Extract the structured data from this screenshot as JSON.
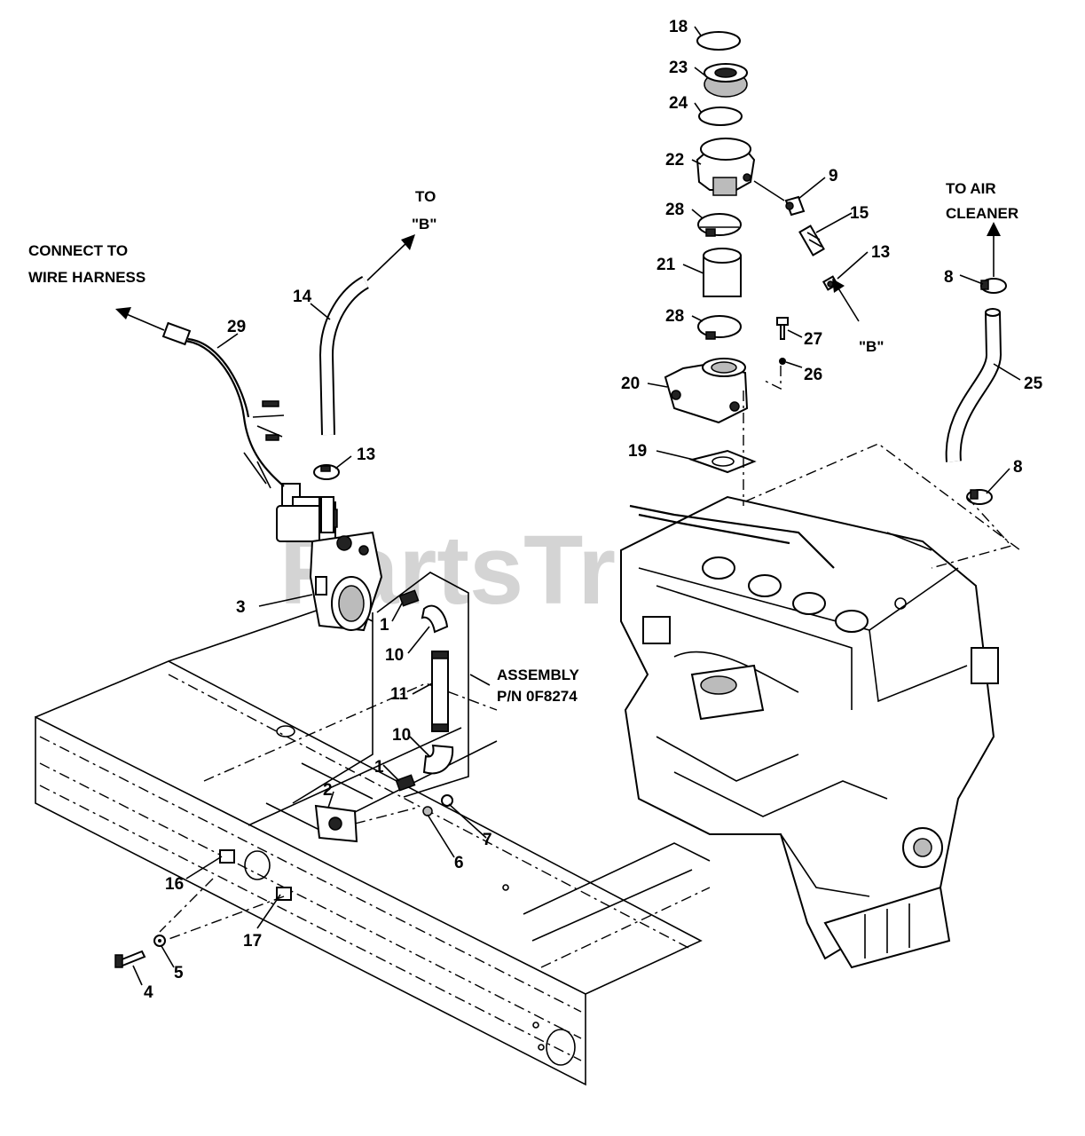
{
  "watermark": "PartsTr",
  "notes": {
    "connect_wire_harness_1": "CONNECT TO",
    "connect_wire_harness_2": "WIRE HARNESS",
    "to_b_1": "TO",
    "to_b_2": "\"B\"",
    "b_label": "\"B\"",
    "to_air_cleaner_1": "TO AIR",
    "to_air_cleaner_2": "CLEANER",
    "assembly_1": "ASSEMBLY",
    "assembly_2": "P/N 0F8274"
  },
  "callouts": {
    "c1a": "1",
    "c1b": "1",
    "c2": "2",
    "c3": "3",
    "c4": "4",
    "c5": "5",
    "c6": "6",
    "c7": "7",
    "c8a": "8",
    "c8b": "8",
    "c9": "9",
    "c10a": "10",
    "c10b": "10",
    "c11": "11",
    "c13a": "13",
    "c13b": "13",
    "c14": "14",
    "c15": "15",
    "c16": "16",
    "c17": "17",
    "c18": "18",
    "c19": "19",
    "c20": "20",
    "c21": "21",
    "c22": "22",
    "c23": "23",
    "c24": "24",
    "c25": "25",
    "c26": "26",
    "c27": "27",
    "c28a": "28",
    "c28b": "28",
    "c29": "29"
  }
}
